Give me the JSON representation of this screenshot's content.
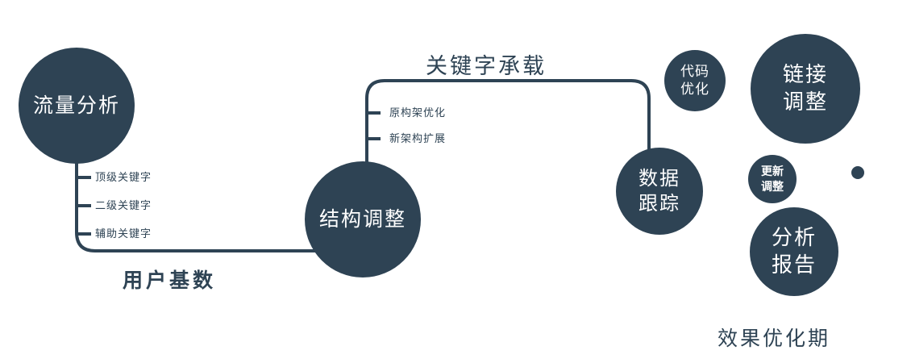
{
  "colors": {
    "accent": "#2e4354",
    "text": "#2e4354",
    "background": "#ffffff"
  },
  "nodes": {
    "traffic": {
      "label": "流量分析"
    },
    "structure": {
      "label": "结构调整"
    },
    "data_tracking": {
      "label": "数据\n跟踪"
    },
    "code_optimization": {
      "label": "代码\n优化"
    },
    "link_adjustment": {
      "label": "链接\n调整"
    },
    "update_adjustment": {
      "label": "更新\n调整"
    },
    "analysis_report": {
      "label": "分析\n报告"
    }
  },
  "edge_labels": {
    "user_base": "用户基数",
    "keyword_carrying": "关键字承载"
  },
  "branch_labels": {
    "traffic_keywords": [
      "顶级关键字",
      "二级关键字",
      "辅助关键字"
    ],
    "structure_items": [
      "原构架优化",
      "新架构扩展"
    ]
  },
  "captions": {
    "phase": "效果优化期"
  }
}
